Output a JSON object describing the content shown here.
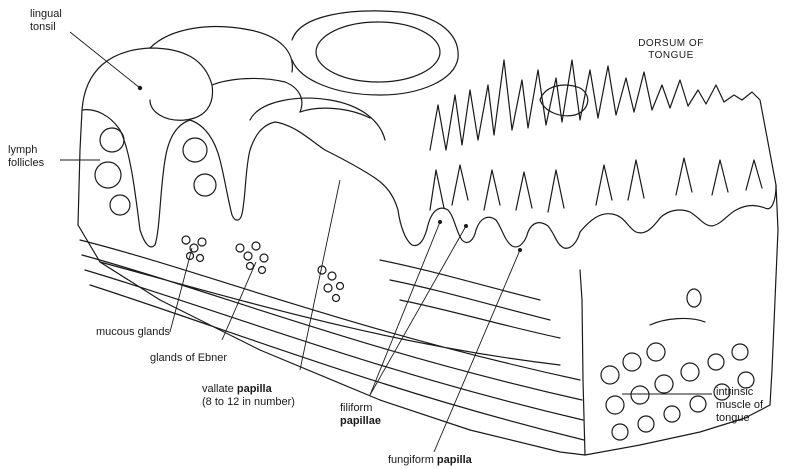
{
  "title": {
    "line1": "DORSUM OF",
    "line2": "TONGUE"
  },
  "labels": {
    "lingual_tonsil": {
      "line1": "lingual",
      "line2": "tonsil"
    },
    "lymph_follicles": {
      "line1": "lymph",
      "line2": "follicles"
    },
    "mucous_glands": {
      "text": "mucous glands"
    },
    "glands_of_ebner": {
      "text": "glands of Ebner"
    },
    "vallate_papilla": {
      "prefix": "vallate ",
      "bold": "papilla",
      "line2": "(8 to 12 in number)"
    },
    "filiform_papillae": {
      "line1": "filiform",
      "bold": "papillae"
    },
    "fungiform_papilla": {
      "prefix": "fungiform ",
      "bold": "papilla"
    },
    "intrinsic_muscle": {
      "line1": "intrinsic",
      "line2": "muscle of",
      "line3": "tongue"
    }
  },
  "colors": {
    "ink": "#1a1a1a",
    "background": "#ffffff"
  }
}
